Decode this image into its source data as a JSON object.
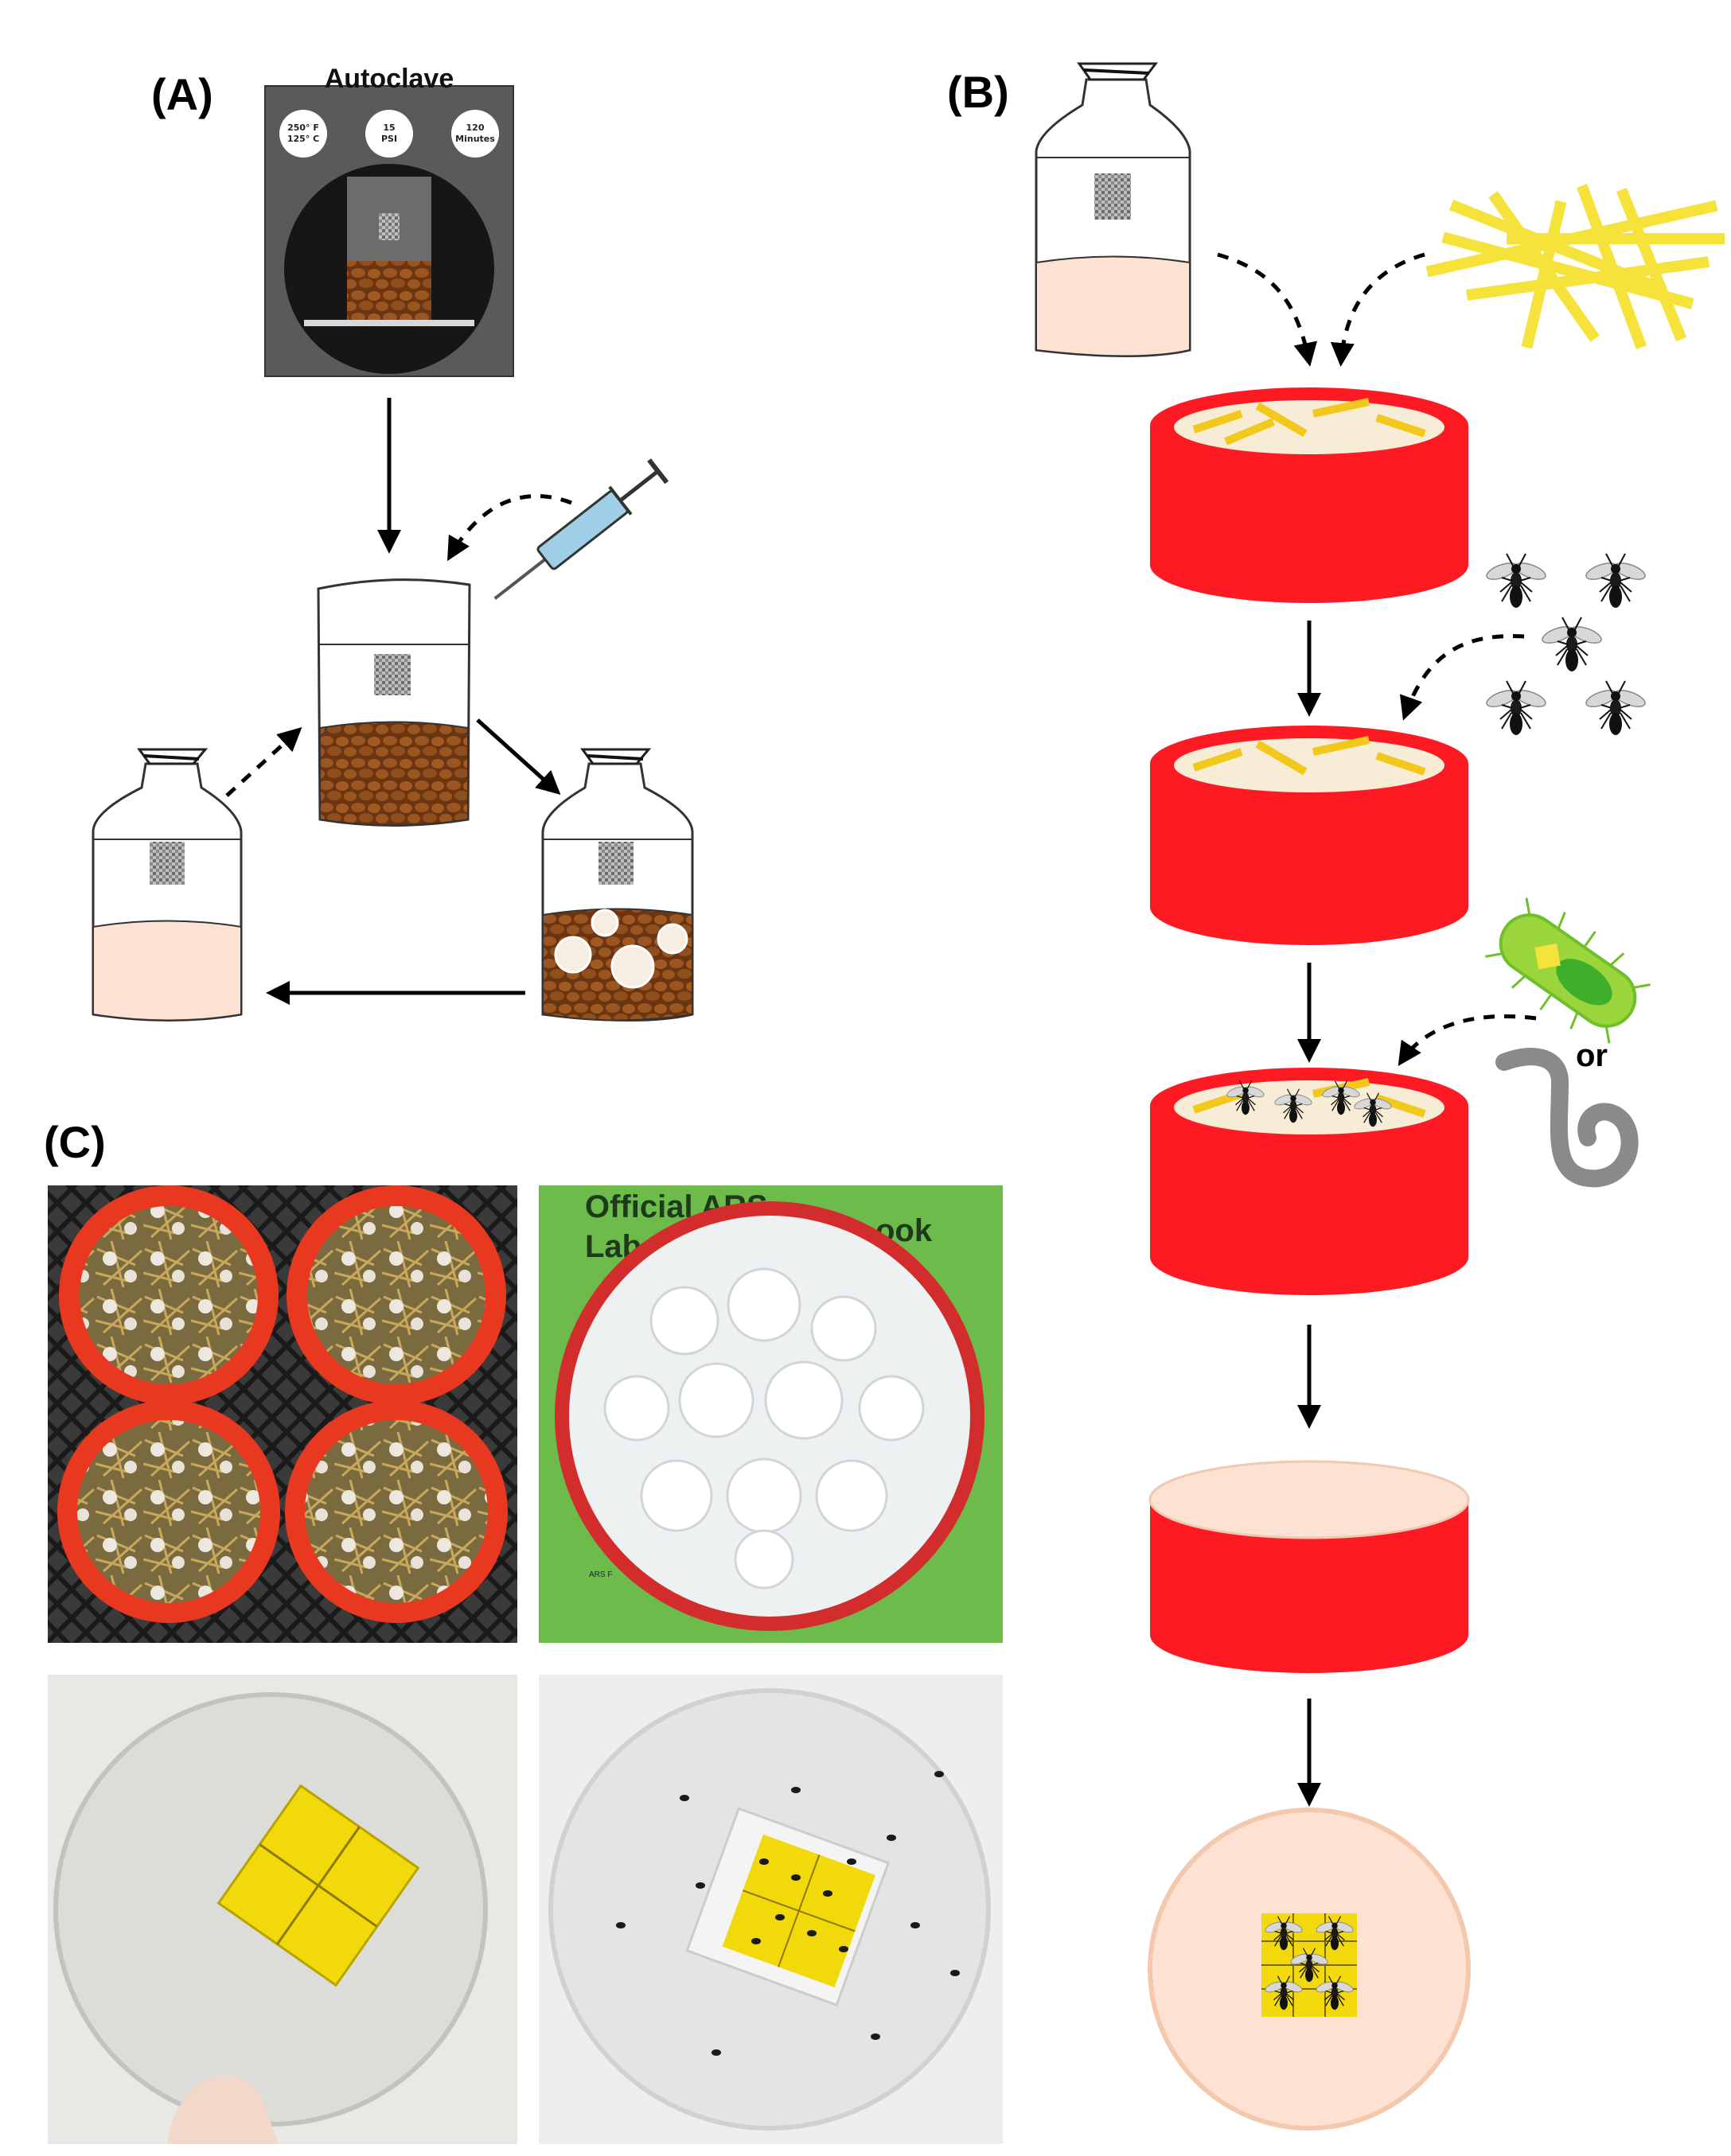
{
  "panels": {
    "a": {
      "label": "(A)"
    },
    "b": {
      "label": "(B)"
    },
    "c": {
      "label": "(C)"
    }
  },
  "autoclave": {
    "title": "Autoclave",
    "temp_f": "250° F",
    "temp_c": "125° C",
    "pressure_value": "15",
    "pressure_unit": "PSI",
    "time_value": "120",
    "time_unit": "Minutes"
  },
  "inoculum_choice": {
    "or": "or"
  },
  "photos": {
    "notebook_line1": "Official ARS",
    "notebook_line2": "Lab",
    "notebook_line2b": "ook",
    "notebook_footer": "ARS F"
  },
  "colors": {
    "bucket_red": "#fe1a22",
    "straw_yellow": "#f5e23a",
    "grain_brown": "#8a4a18",
    "culture_pink": "#fde1d3",
    "syringe_blue": "#9fcfe6",
    "notebook_green": "#6dbb4a",
    "trap_yellow": "#f2d90c"
  }
}
